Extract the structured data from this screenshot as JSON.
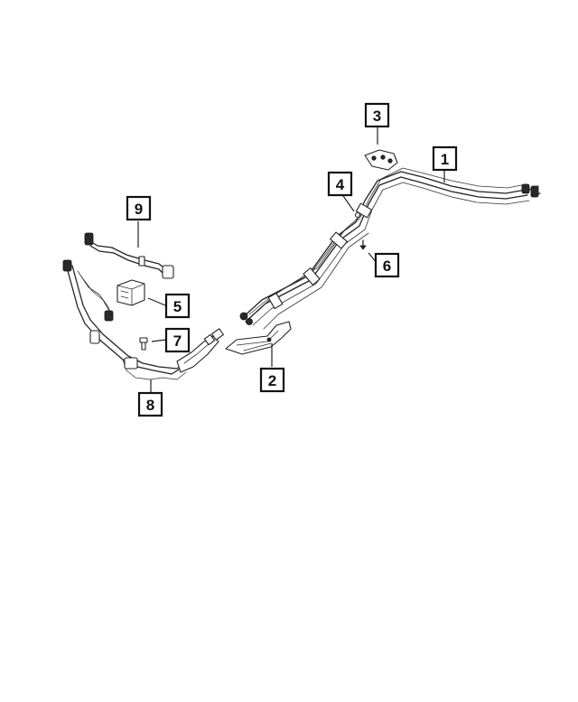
{
  "callouts": [
    {
      "id": "callout-1",
      "label": "1"
    },
    {
      "id": "callout-2",
      "label": "2"
    },
    {
      "id": "callout-3",
      "label": "3"
    },
    {
      "id": "callout-4",
      "label": "4"
    },
    {
      "id": "callout-5",
      "label": "5"
    },
    {
      "id": "callout-6",
      "label": "6"
    },
    {
      "id": "callout-7",
      "label": "7"
    },
    {
      "id": "callout-8",
      "label": "8"
    },
    {
      "id": "callout-9",
      "label": "9"
    }
  ],
  "colors": {
    "line": "#222222",
    "background": "#ffffff"
  }
}
